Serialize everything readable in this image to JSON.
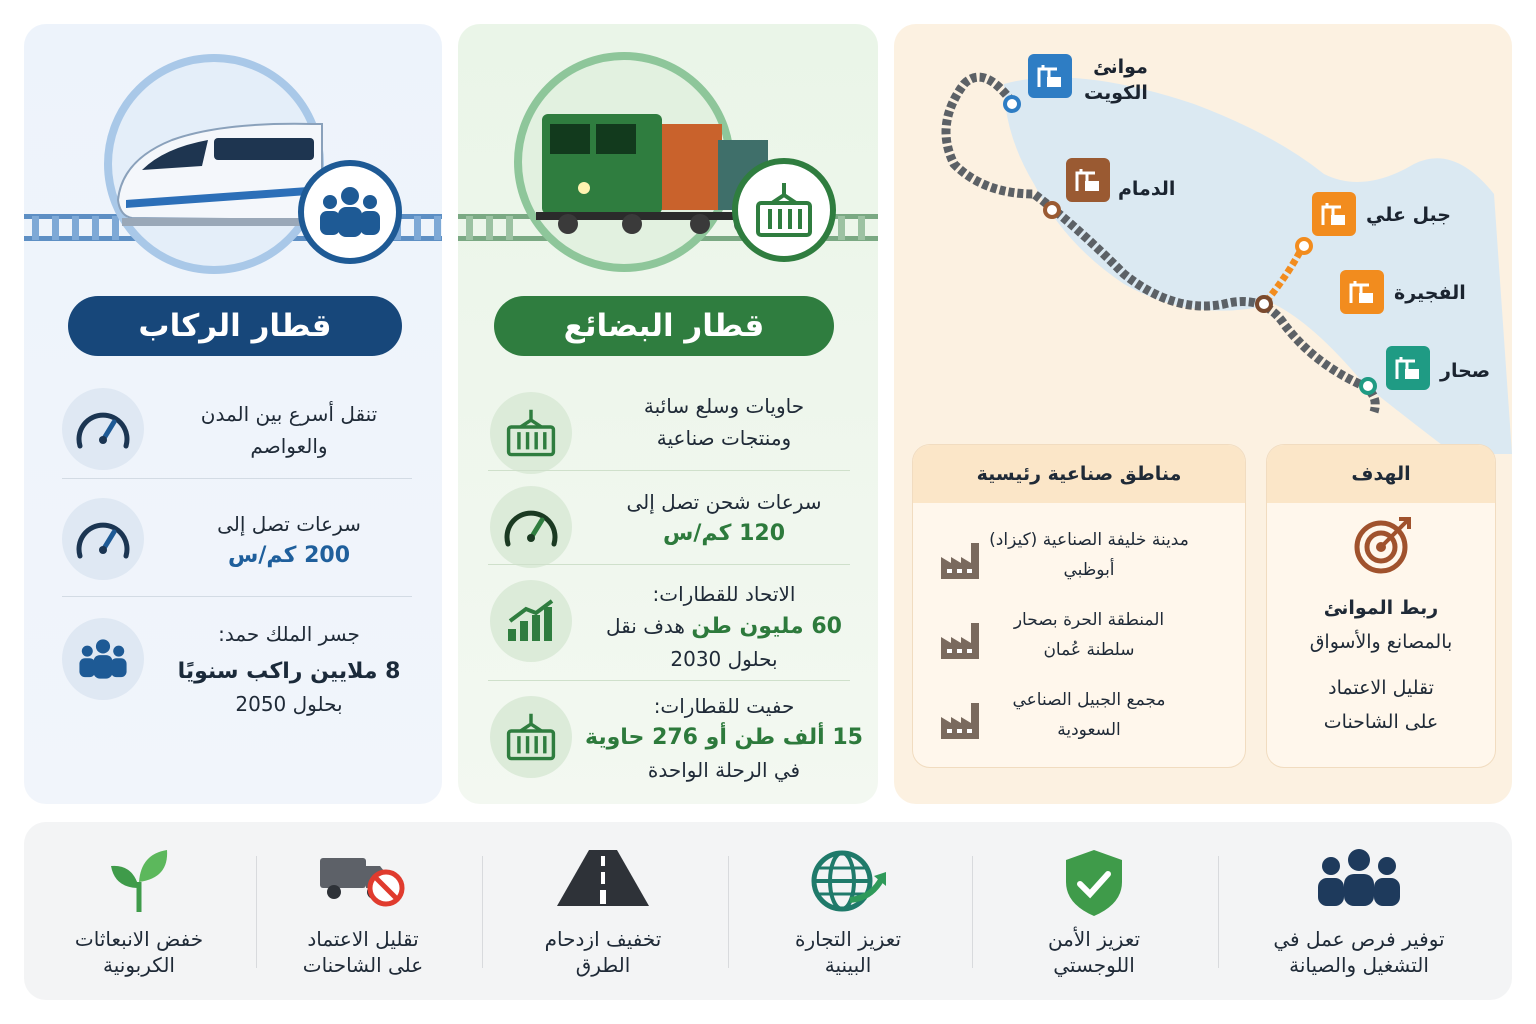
{
  "passenger": {
    "title": "قطار الركاب",
    "rows": [
      {
        "line1": "تنقل أسرع بين المدن",
        "line2": "والعواصم",
        "icon": "speedometer-icon"
      },
      {
        "line1": "سرعات تصل إلى",
        "value": "200 كم/س",
        "icon": "speedometer-icon"
      },
      {
        "line1": "جسر الملك حمد:",
        "value": "8 ملايين راكب سنويًا",
        "line3": "بحلول 2050",
        "icon": "people-icon"
      }
    ]
  },
  "freight": {
    "title": "قطار البضائع",
    "rows": [
      {
        "line1": "حاويات وسلع سائبة",
        "line2": "ومنتجات صناعية",
        "icon": "container-icon"
      },
      {
        "line1": "سرعات شحن تصل إلى",
        "value": "120 كم/س",
        "icon": "speedometer-icon"
      },
      {
        "line1": "الاتحاد للقطارات:",
        "value_pre": "هدف نقل ",
        "value": "60 مليون طن",
        "line3": "بحلول 2030",
        "icon": "growth-chart-icon"
      },
      {
        "line1": "حفيت للقطارات:",
        "value": "15 ألف طن أو 276 حاوية",
        "line3": "في الرحلة الواحدة",
        "icon": "container-icon"
      }
    ]
  },
  "map": {
    "ports": [
      {
        "name_line1": "موانئ",
        "name_line2": "الكويت",
        "color": "#2e7dc4"
      },
      {
        "name_line1": "الدمام",
        "color": "#9a5a32"
      },
      {
        "name_line1": "جبل علي",
        "color": "#f28c1e"
      },
      {
        "name_line1": "الفجيرة",
        "color": "#f28c1e"
      },
      {
        "name_line1": "صحار",
        "color": "#1f9b84"
      }
    ]
  },
  "zones_card": {
    "title": "مناطق صناعية رئيسية",
    "items": [
      {
        "line1": "مدينة خليفة الصناعية (كيزاد)",
        "line2": "أبوظبي"
      },
      {
        "line1": "المنطقة الحرة بصحار",
        "line2": "سلطنة عُمان"
      },
      {
        "line1": "مجمع الجبيل الصناعي",
        "line2": "السعودية"
      }
    ]
  },
  "goal_card": {
    "title": "الهدف",
    "bold_line": "ربط الموانئ",
    "line2": "بالمصانع والأسواق",
    "line3": "تقليل الاعتماد",
    "line4": "على الشاحنات"
  },
  "benefits": [
    {
      "line1": "توفير فرص عمل في",
      "line2": "التشغيل والصيانة",
      "icon": "workers-icon"
    },
    {
      "line1": "تعزيز الأمن",
      "line2": "اللوجستي",
      "icon": "shield-check-icon"
    },
    {
      "line1": "تعزيز التجارة",
      "line2": "البينية",
      "icon": "globe-trade-icon"
    },
    {
      "line1": "تخفيف ازدحام",
      "line2": "الطرق",
      "icon": "road-icon"
    },
    {
      "line1": "تقليل الاعتماد",
      "line2": "على الشاحنات",
      "icon": "no-truck-icon"
    },
    {
      "line1": "خفض الانبعاثات",
      "line2": "الكربونية",
      "icon": "leaf-icon"
    }
  ],
  "colors": {
    "passenger_blue": "#17477a",
    "freight_green": "#2f7d3f",
    "map_bg": "#fcf1e1"
  }
}
